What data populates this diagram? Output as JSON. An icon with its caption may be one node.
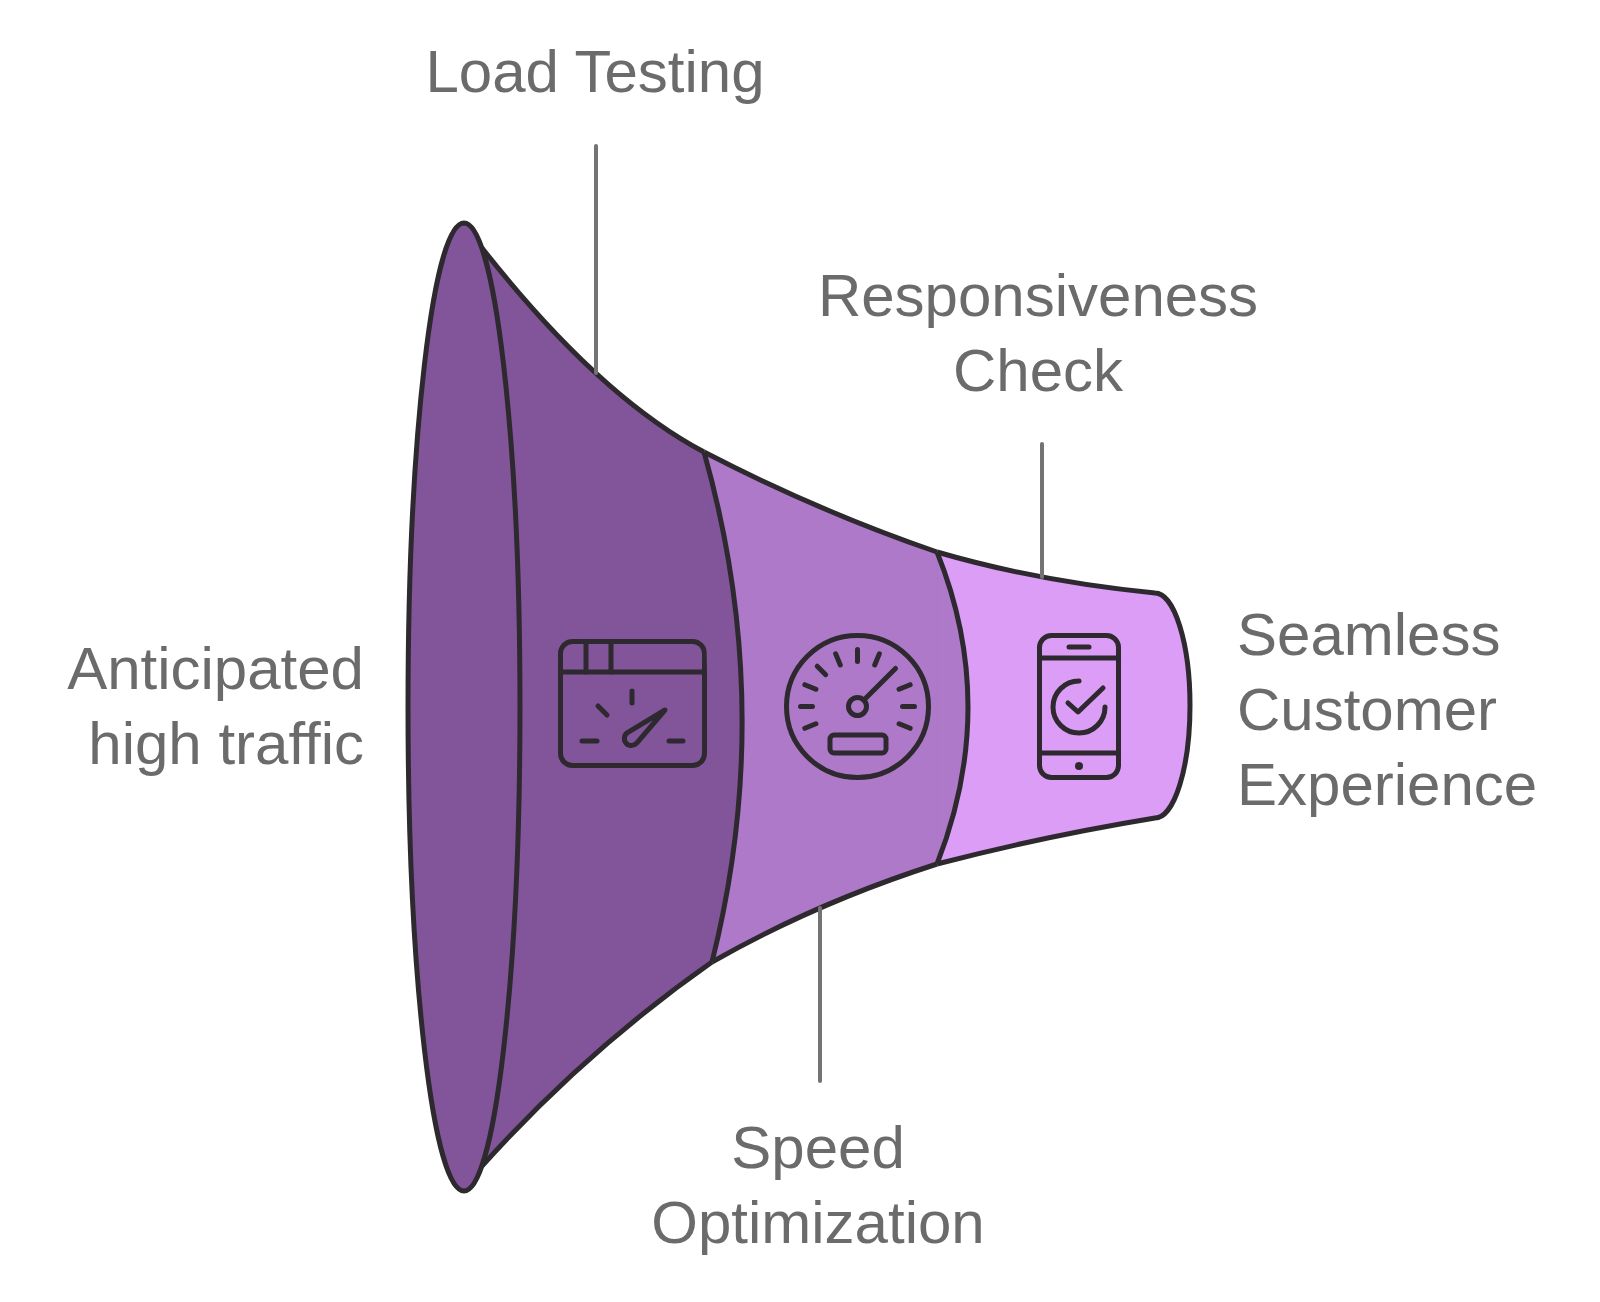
{
  "diagram": {
    "nodes": [
      {
        "text": [
          "Load Testing"
        ]
      },
      {
        "text": [
          "Responsiveness Check"
        ]
      },
      {
        "text": [],
        "shape": "band"
      },
      {
        "text": [],
        "shape": "band"
      },
      {
        "text": [],
        "shape": "band"
      },
      {
        "text": [
          "Speed Optimization"
        ]
      }
    ],
    "edges": [
      {
        "from": 0,
        "to": 2,
        "arrow": "none"
      },
      {
        "from": 1,
        "to": 4,
        "arrow": "none"
      },
      {
        "from": 5,
        "to": 3,
        "arrow": "none"
      }
    ],
    "labels": [
      "Anticipated high traffic",
      "Seamless Customer Experience"
    ]
  }
}
